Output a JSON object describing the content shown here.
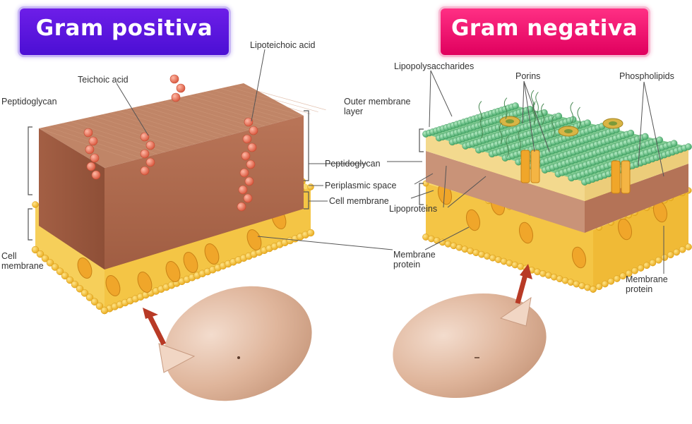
{
  "titles": {
    "positive": "Gram positiva",
    "negative": "Gram negativa"
  },
  "positive_labels": {
    "lipoteichoic_acid": "Lipoteichoic acid",
    "teichoic_acid": "Teichoic acid",
    "peptidoglycan": "Peptidoglycan",
    "cell_membrane": "Cell membrane"
  },
  "center_labels": {
    "peptidoglycan": "Peptidoglycan",
    "periplasmic_space": "Periplasmic space",
    "cell_membrane": "Cell membrane",
    "lipoproteins": "Lipoproteins",
    "membrane_protein": "Membrane protein"
  },
  "negative_labels": {
    "lipopolysaccharides": "Lipopolysaccharides",
    "porins": "Porins",
    "phospholipids": "Phospholipids",
    "outer_membrane_layer": "Outer membrane layer",
    "membrane_protein": "Membrane protein"
  },
  "colors": {
    "peptidoglycan": "#b0694a",
    "membrane": "#f2b92c",
    "lps": "#5fc07d",
    "porin": "#f0a62a",
    "teichoic": "#ea6a50",
    "cell": "#ddb49a",
    "arrow": "#b83a26"
  }
}
